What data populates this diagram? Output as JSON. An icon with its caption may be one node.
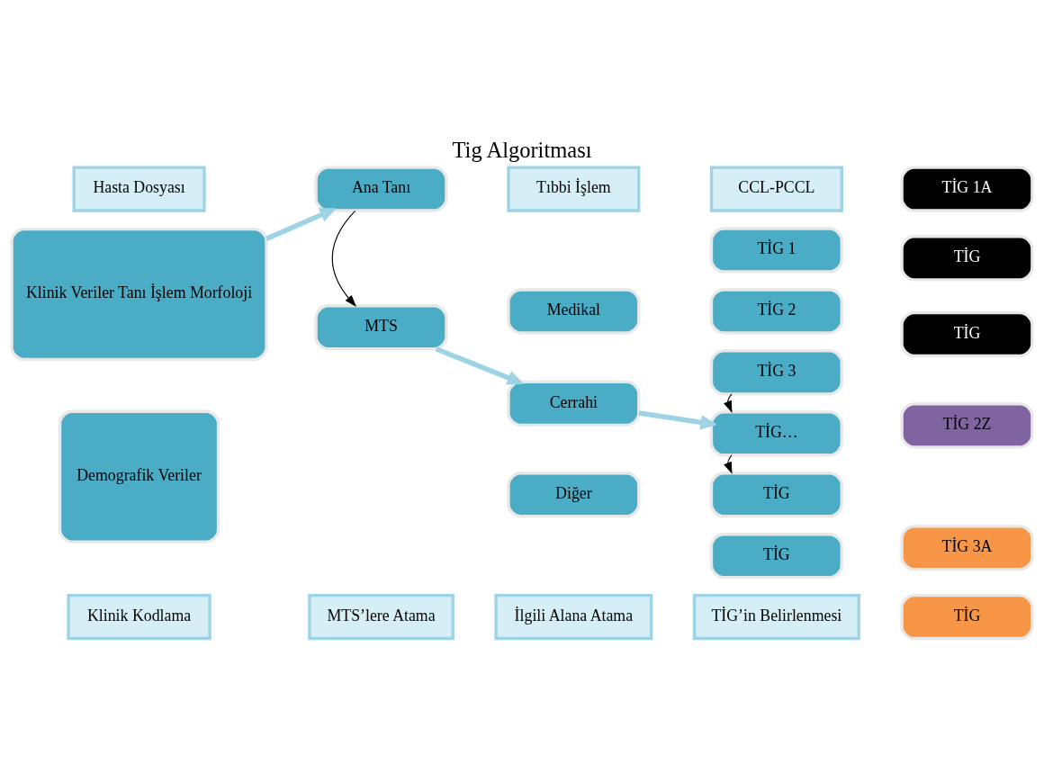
{
  "diagram": {
    "title": "Tig Algoritması",
    "nodes": [
      {
        "text": [
          "Hasta Dosyası"
        ]
      },
      {
        "text": [
          "Tıbbi İşlem"
        ]
      },
      {
        "text": [
          "CCL-PCCL"
        ]
      },
      {
        "text": [
          "Klinik Veriler Tanı İşlem Morfoloji"
        ]
      },
      {
        "text": [
          "Ana Tanı"
        ]
      },
      {
        "text": [
          "Medikal"
        ]
      },
      {
        "text": [
          "TİG 1"
        ]
      },
      {
        "text": [
          "TİG 1A"
        ]
      },
      {
        "text": [
          "TİG 2"
        ]
      },
      {
        "text": [
          "TİG"
        ]
      },
      {
        "text": [
          "TİG 3"
        ]
      },
      {
        "text": [
          "TİG"
        ]
      },
      {
        "text": [
          "Cerrahi"
        ]
      },
      {
        "text": [
          "TİG…"
        ]
      },
      {
        "text": [
          "TİG 2Z"
        ]
      },
      {
        "text": [
          "Demografik Veriler"
        ]
      },
      {
        "text": [
          "MTS"
        ]
      },
      {
        "text": [
          "Diğer"
        ]
      },
      {
        "text": [
          "TİG"
        ]
      },
      {
        "text": [
          "TİG 3A"
        ]
      },
      {
        "text": [
          "TİG"
        ]
      },
      {
        "text": [
          "TİG"
        ]
      },
      {
        "text": [
          "Klinik Kodlama"
        ]
      },
      {
        "text": [
          "MTS’lere Atama"
        ]
      },
      {
        "text": [
          "İlgili Alana Atama"
        ]
      },
      {
        "text": [
          "TİG’in Belirlenmesi"
        ]
      }
    ],
    "edges": [
      {
        "from": 3,
        "to": 4,
        "arrow": "to",
        "style": "thick"
      },
      {
        "from": 4,
        "to": 16,
        "arrow": "to",
        "color": "#000000"
      },
      {
        "from": 16,
        "to": 12,
        "arrow": "to",
        "style": "thick"
      },
      {
        "from": 12,
        "to": 13,
        "arrow": "to",
        "style": "thick"
      },
      {
        "from": 10,
        "to": 13,
        "arrow": "to",
        "color": "#000000"
      },
      {
        "from": 13,
        "to": 18,
        "arrow": "to",
        "color": "#000000"
      }
    ]
  }
}
